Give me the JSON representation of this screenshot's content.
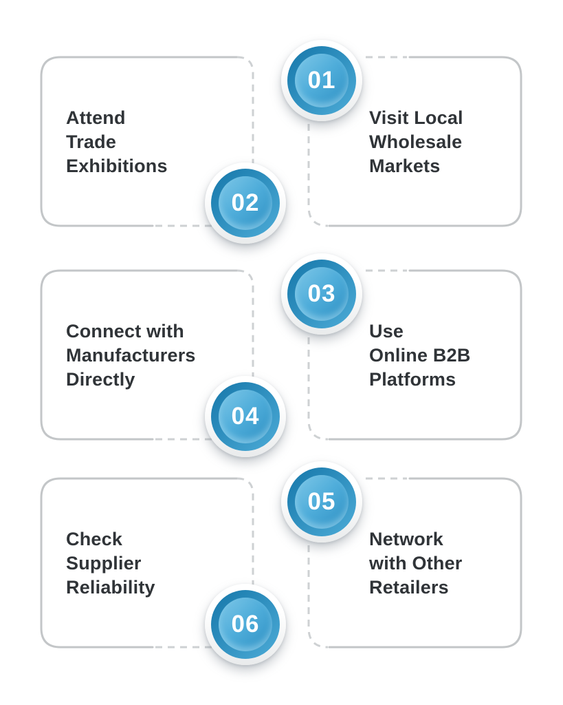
{
  "steps": [
    {
      "number": "01",
      "title": "Visit Local\nWholesale\nMarkets"
    },
    {
      "number": "02",
      "title": "Attend\nTrade\nExhibitions"
    },
    {
      "number": "03",
      "title": "Use\nOnline B2B\nPlatforms"
    },
    {
      "number": "04",
      "title": "Connect with\nManufacturers\nDirectly"
    },
    {
      "number": "05",
      "title": "Network\nwith Other\nRetailers"
    },
    {
      "number": "06",
      "title": "Check\nSupplier\nReliability"
    }
  ],
  "colors": {
    "background": "#ffffff",
    "card_border_solid": "#c3c6c8",
    "card_border_dashed": "#ced1d3",
    "title_text": "#303438",
    "badge_ring_dark": "#1b7cae",
    "badge_ring_light": "#4aa9d5",
    "badge_inner_light": "#7fc8e8",
    "badge_inner_dark": "#2e90c3",
    "number_text": "#ffffff"
  }
}
